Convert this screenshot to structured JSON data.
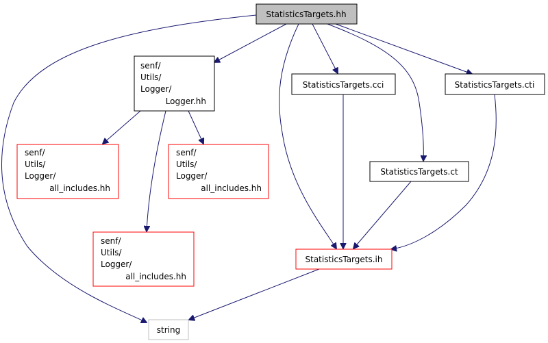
{
  "graph": {
    "nodes": {
      "statistics_targets_hh": {
        "label": "StatisticsTargets.hh",
        "border_color": "#000000",
        "fill_color": "#bfbfbf"
      },
      "logger_hh": {
        "lines": [
          "senf/",
          "Utils/",
          "Logger/",
          "Logger.hh"
        ],
        "border_color": "#000000",
        "fill_color": "#ffffff"
      },
      "statistics_targets_cci": {
        "label": "StatisticsTargets.cci",
        "border_color": "#000000",
        "fill_color": "#ffffff"
      },
      "statistics_targets_cti": {
        "label": "StatisticsTargets.cti",
        "border_color": "#000000",
        "fill_color": "#ffffff"
      },
      "statistics_targets_ct": {
        "label": "StatisticsTargets.ct",
        "border_color": "#000000",
        "fill_color": "#ffffff"
      },
      "all_includes_1": {
        "lines": [
          "senf/",
          "Utils/",
          "Logger/",
          "all_includes.hh"
        ],
        "border_color": "#ff0000",
        "fill_color": "#ffffff"
      },
      "all_includes_2": {
        "lines": [
          "senf/",
          "Utils/",
          "Logger/",
          "all_includes.hh"
        ],
        "border_color": "#ff0000",
        "fill_color": "#ffffff"
      },
      "all_includes_3": {
        "lines": [
          "senf/",
          "Utils/",
          "Logger/",
          "all_includes.hh"
        ],
        "border_color": "#ff0000",
        "fill_color": "#ffffff"
      },
      "statistics_targets_ih": {
        "label": "StatisticsTargets.ih",
        "border_color": "#ff0000",
        "fill_color": "#ffffff"
      },
      "string": {
        "label": "string",
        "border_color": "#bfbfbf",
        "fill_color": "#ffffff"
      }
    },
    "edge_color": "#191970"
  }
}
